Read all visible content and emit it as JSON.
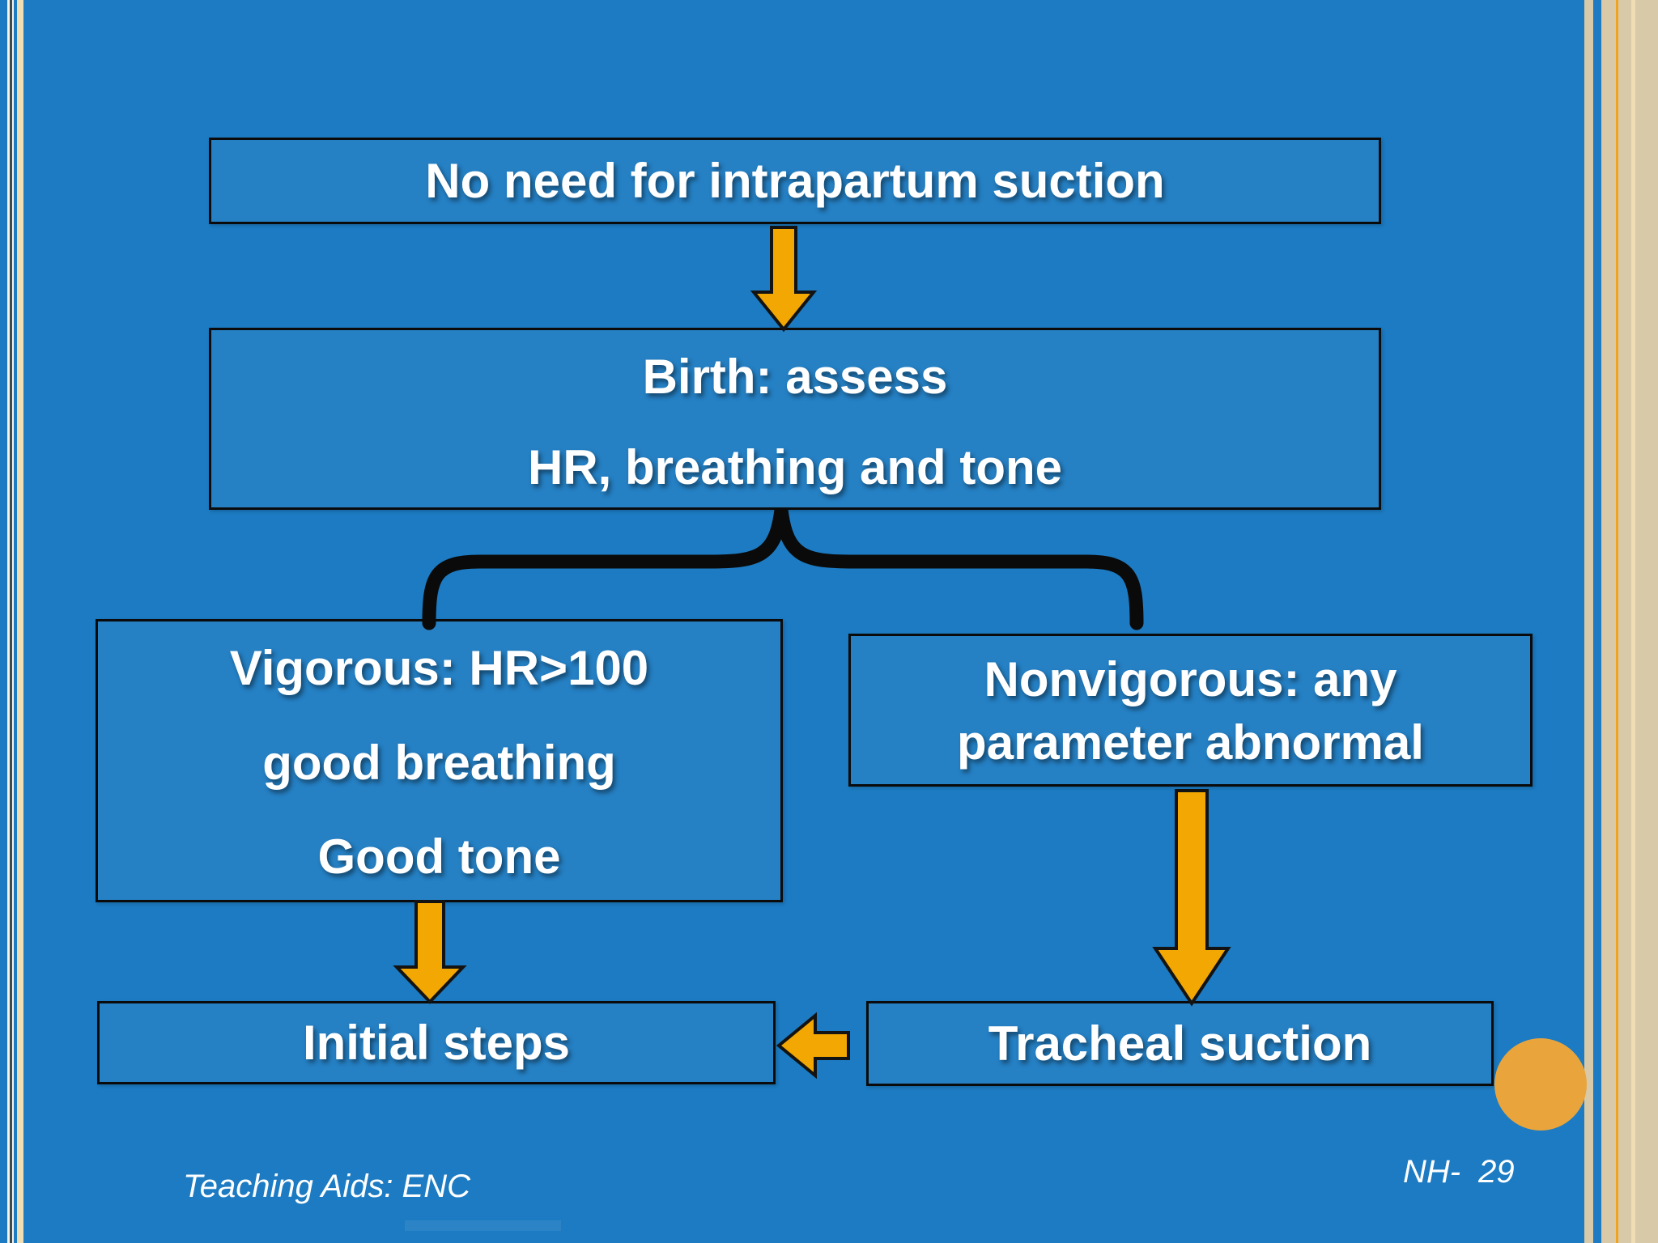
{
  "slide": {
    "footer_left": "Teaching Aids: ENC",
    "slide_label": "NH-",
    "slide_number": "29"
  },
  "flowchart": {
    "no_suction": {
      "text": "No need for intrapartum suction"
    },
    "birth": {
      "line1": "Birth: assess",
      "line2": "HR, breathing and tone"
    },
    "vigorous": {
      "line1": "Vigorous: HR>100",
      "line2": "good breathing",
      "line3": "Good tone"
    },
    "nonvigorous": {
      "line1": "Nonvigorous: any",
      "line2": "parameter abnormal"
    },
    "initial_steps": {
      "text": "Initial steps"
    },
    "tracheal_suction": {
      "text": "Tracheal suction"
    }
  },
  "colors": {
    "background": "#1C7BC2",
    "box_border": "#0B0B0B",
    "text": "#FFFFFF",
    "arrow_fill": "#F2A702",
    "arrow_outline": "#131313",
    "brace": "#0A0A0A",
    "circle": "#E9A53C",
    "frame_tan": "#D8C9A8",
    "frame_tan_light": "#F0DDB3",
    "frame_white": "#F7F3EA",
    "frame_dark_line": "#3B4A52",
    "frame_orange_line": "#EFA41F"
  }
}
